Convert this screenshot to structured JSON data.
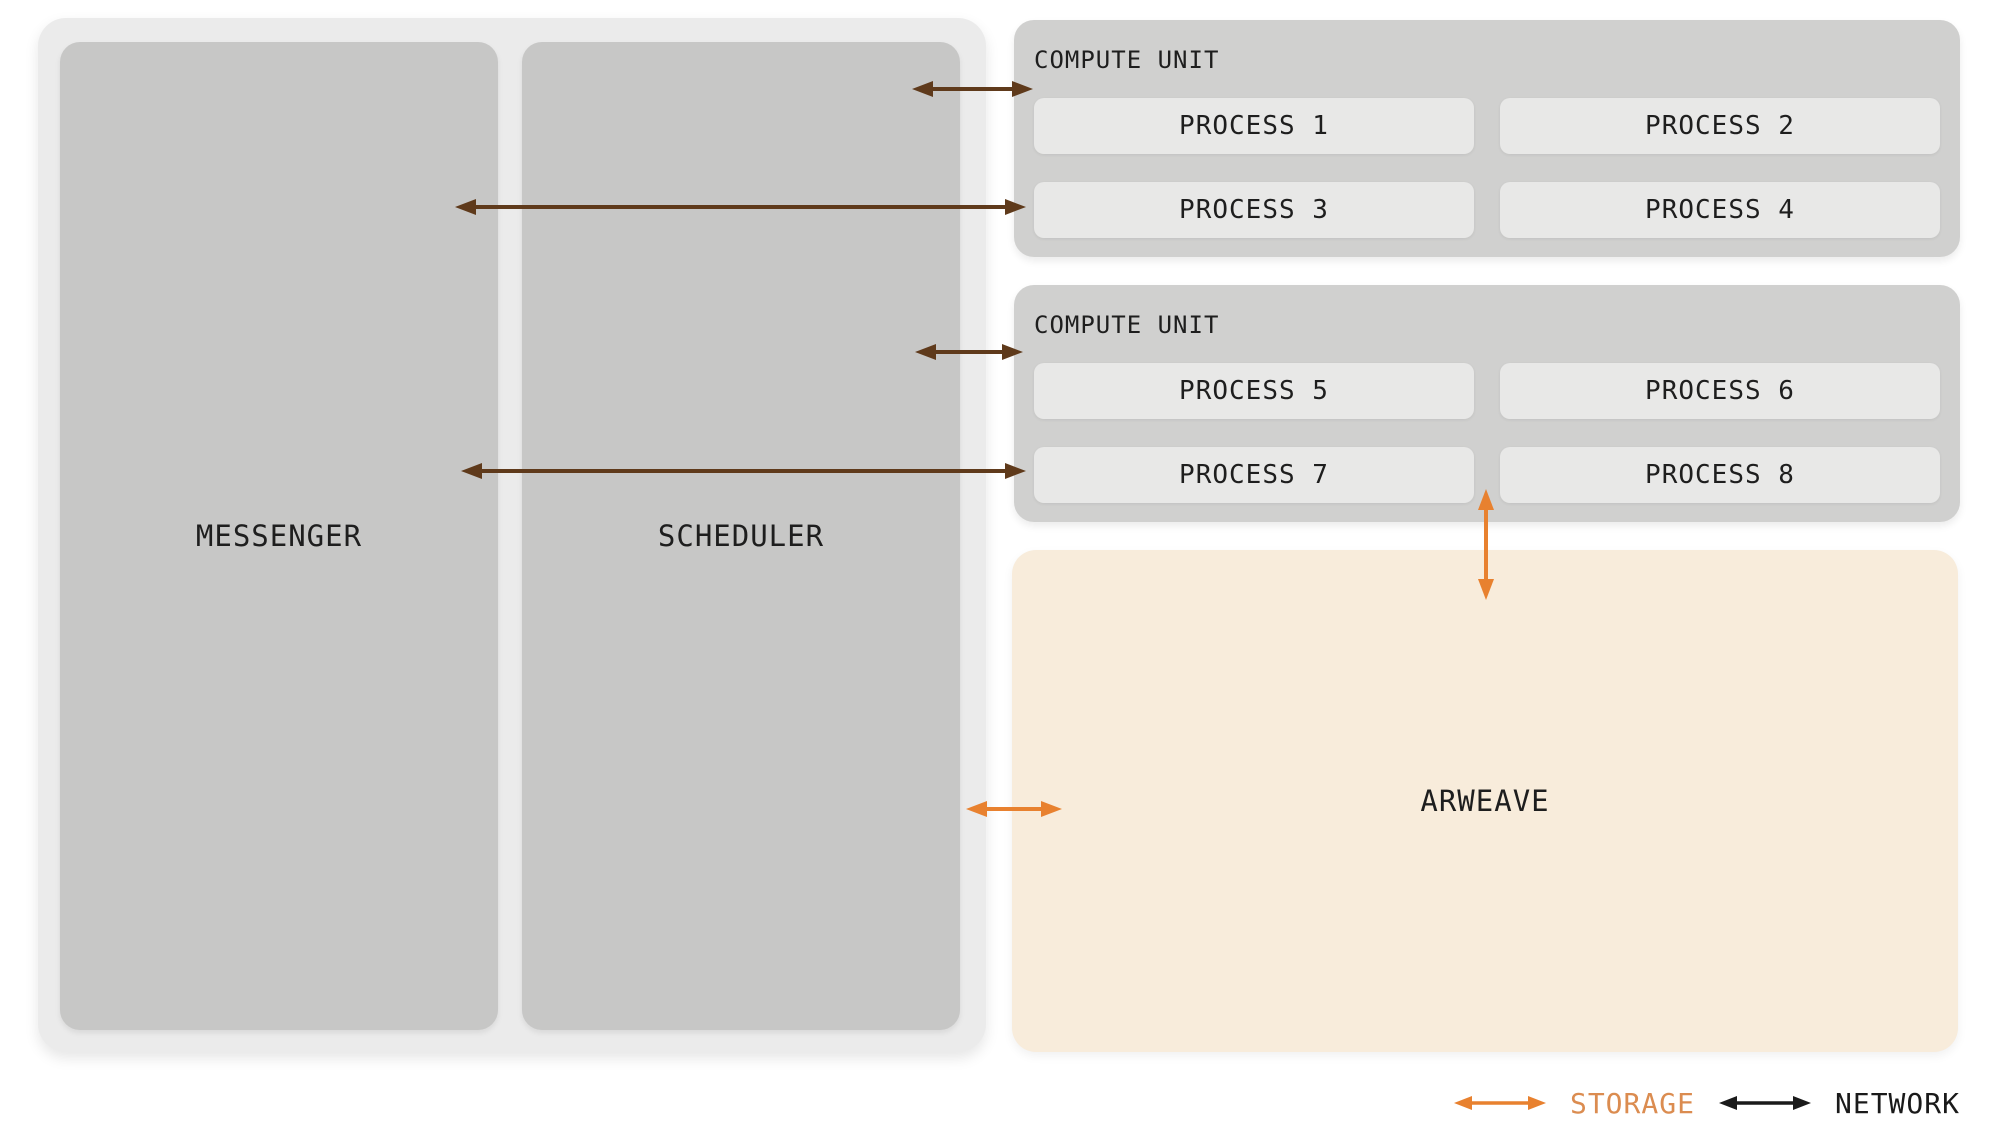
{
  "colors": {
    "bg": "#ffffff",
    "outer": "#ebebeb",
    "module": "#c7c7c6",
    "compute": "#d0d0cf",
    "process": "#e8e8e7",
    "arweave": "#f8ecdb",
    "text": "#1e1e1e",
    "network": "#5f3a1b",
    "storage": "#e8812f",
    "storage_text": "#db8c50",
    "legend_network": "#1a1a1a"
  },
  "modules": {
    "messenger": "MESSENGER",
    "scheduler": "SCHEDULER"
  },
  "compute_units": [
    {
      "label": "COMPUTE UNIT",
      "processes": [
        "PROCESS 1",
        "PROCESS 2",
        "PROCESS 3",
        "PROCESS 4"
      ]
    },
    {
      "label": "COMPUTE UNIT",
      "processes": [
        "PROCESS 5",
        "PROCESS 6",
        "PROCESS 7",
        "PROCESS 8"
      ]
    }
  ],
  "arweave": {
    "label": "ARWEAVE"
  },
  "legend": {
    "storage": "STORAGE",
    "network": "NETWORK"
  },
  "connections": [
    {
      "kind": "network",
      "between": [
        "messenger-scheduler-container",
        "compute-unit-1"
      ]
    },
    {
      "kind": "network",
      "between": [
        "messenger",
        "compute-unit-1"
      ]
    },
    {
      "kind": "network",
      "between": [
        "messenger-scheduler-container",
        "compute-unit-2"
      ]
    },
    {
      "kind": "network",
      "between": [
        "messenger",
        "compute-unit-2"
      ]
    },
    {
      "kind": "storage",
      "between": [
        "compute-unit-2",
        "arweave"
      ]
    },
    {
      "kind": "storage",
      "between": [
        "messenger-scheduler-container",
        "arweave"
      ]
    }
  ]
}
